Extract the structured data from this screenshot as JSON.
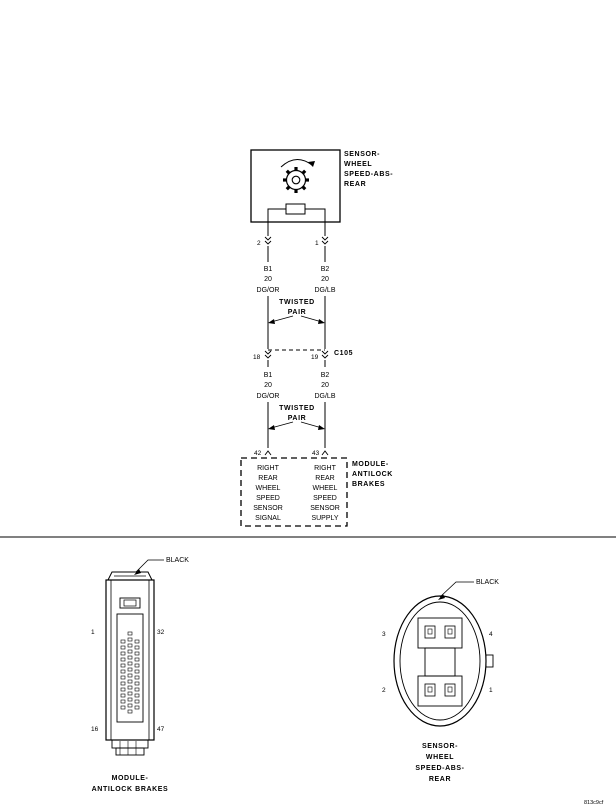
{
  "sensor": {
    "title_lines": [
      "SENSOR-",
      "WHEEL",
      "SPEED-ABS-",
      "REAR"
    ],
    "pin_left": "2",
    "pin_right": "1"
  },
  "wires_upper": {
    "left": [
      "B1",
      "20",
      "DG/OR"
    ],
    "right": [
      "B2",
      "20",
      "DG/LB"
    ]
  },
  "twisted_pair_upper": [
    "TWISTED",
    "PAIR"
  ],
  "connector_c105": {
    "name": "C105",
    "pin_left": "18",
    "pin_right": "19"
  },
  "wires_lower": {
    "left": [
      "B1",
      "20",
      "DG/OR"
    ],
    "right": [
      "B2",
      "20",
      "DG/LB"
    ]
  },
  "twisted_pair_lower": [
    "TWISTED",
    "PAIR"
  ],
  "module": {
    "title_lines": [
      "MODULE-",
      "ANTILOCK",
      "BRAKES"
    ],
    "pin_left": "42",
    "pin_right": "43",
    "left_function": [
      "RIGHT",
      "REAR",
      "WHEEL",
      "SPEED",
      "SENSOR",
      "SIGNAL"
    ],
    "right_function": [
      "RIGHT",
      "REAR",
      "WHEEL",
      "SPEED",
      "SENSOR",
      "SUPPLY"
    ]
  },
  "abs_connector_view": {
    "color_label": "BLACK",
    "pin_1": "1",
    "pin_32": "32",
    "pin_16": "16",
    "pin_47": "47",
    "caption_lines": [
      "MODULE-",
      "ANTILOCK BRAKES"
    ]
  },
  "sensor_connector_view": {
    "color_label": "BLACK",
    "pin_1": "1",
    "pin_2": "2",
    "pin_3": "3",
    "pin_4": "4",
    "caption_lines": [
      "SENSOR-",
      "WHEEL",
      "SPEED-ABS-",
      "REAR"
    ]
  },
  "figure_id": "813c9cf"
}
